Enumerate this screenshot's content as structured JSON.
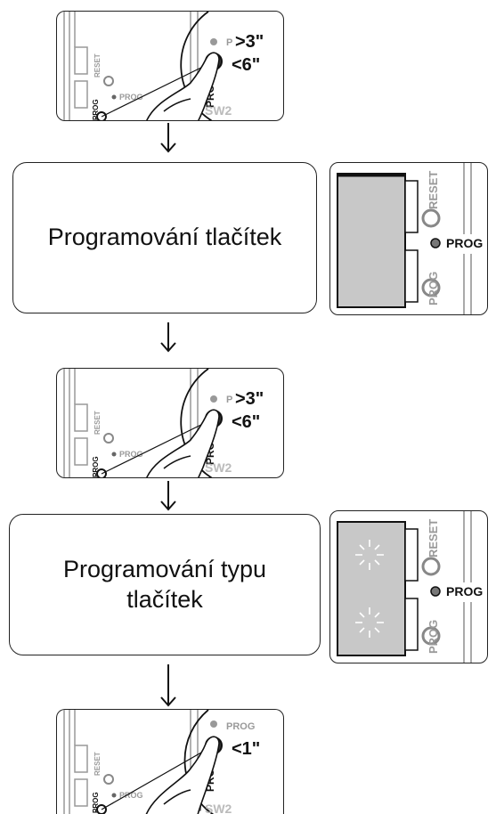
{
  "steps": [
    {
      "label": "Programování tlačítek"
    },
    {
      "label": "Programování typu tlačítek"
    }
  ],
  "board_labels": {
    "reset": "RESET",
    "prog": "PROG",
    "prog_vertical": "PROG",
    "sw": "SW2",
    "p_mark": "P"
  },
  "presses": [
    {
      "more": ">3\"",
      "less": "<6\""
    },
    {
      "more": ">3\"",
      "less": "<6\""
    },
    {
      "less": "<1\""
    }
  ],
  "led_panels": [
    {
      "reset": "RESET",
      "prog": "PROG",
      "prog_small": "PROG",
      "state": "steady"
    },
    {
      "reset": "RESET",
      "prog": "PROG",
      "prog_small": "PROG",
      "state": "blinking"
    }
  ],
  "colors": {
    "line": "#222222",
    "panel_gray": "#c8c8c8",
    "label_gray": "#9a9a9a"
  }
}
